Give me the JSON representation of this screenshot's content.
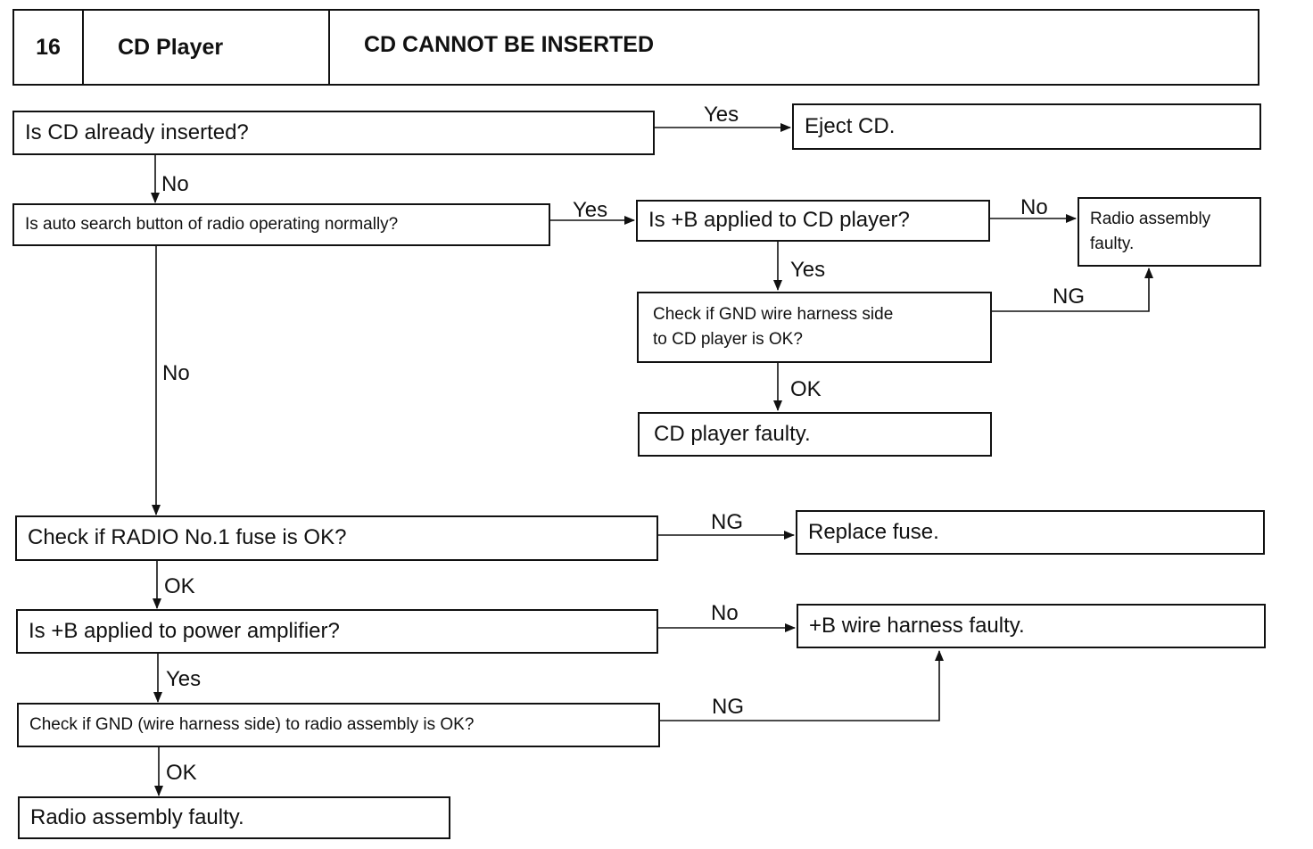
{
  "header": {
    "number": "16",
    "system": "CD Player",
    "title": "CD CANNOT BE INSERTED"
  },
  "nodes": {
    "q_cd_inserted": "Is CD already inserted?",
    "a_eject": "Eject CD.",
    "q_auto_search": "Is auto search button of radio operating normally?",
    "q_b_cd_player": "Is +B applied to CD player?",
    "a_radio_faulty_1_line1": "Radio assembly",
    "a_radio_faulty_1_line2": "faulty.",
    "q_gnd_cd_line1": "Check if GND wire harness side",
    "q_gnd_cd_line2": "to CD player is OK?",
    "a_cd_faulty": "CD player faulty.",
    "q_fuse": "Check if RADIO No.1 fuse is OK?",
    "a_replace_fuse": "Replace fuse.",
    "q_b_amp": "Is +B applied to power amplifier?",
    "a_b_harness": "+B wire harness faulty.",
    "q_gnd_radio": "Check if GND (wire harness side) to radio assembly is OK?",
    "a_radio_faulty_2": "Radio assembly faulty."
  },
  "edge_labels": {
    "yes_eject": "Yes",
    "no_auto": "No",
    "yes_b_cd": "Yes",
    "no_radio": "No",
    "yes_gnd_cd": "Yes",
    "ng_gnd_cd": "NG",
    "ok_cd_faulty": "OK",
    "no_fuse": "No",
    "ng_fuse": "NG",
    "ok_fuse": "OK",
    "no_b_amp": "No",
    "yes_b_amp": "Yes",
    "ng_gnd_radio": "NG",
    "ok_gnd_radio": "OK"
  }
}
